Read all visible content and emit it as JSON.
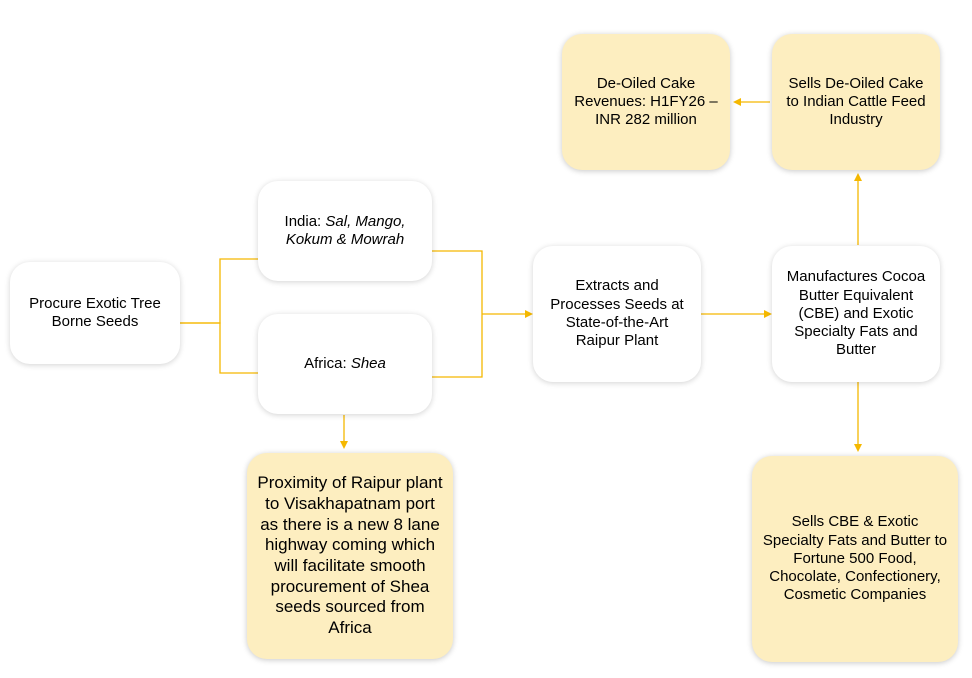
{
  "nodes": {
    "procure": "Procure Exotic Tree Borne Seeds",
    "india_prefix": "India: ",
    "india_species": "Sal, Mango, Kokum & Mowrah",
    "africa_prefix": "Africa: ",
    "africa_species": "Shea",
    "extracts": "Extracts and Processes Seeds at State-of-the-Art Raipur Plant",
    "manufactures": "Manufactures Cocoa Butter Equivalent (CBE) and Exotic Specialty Fats and Butter",
    "sells_cake": "Sells De-Oiled Cake to Indian Cattle Feed Industry",
    "cake_revenue": "De-Oiled Cake Revenues: H1FY26 – INR 282 million",
    "sells_cbe": "Sells CBE & Exotic Specialty Fats and Butter to Fortune 500 Food, Chocolate, Confectionery, Cosmetic Companies",
    "proximity": "Proximity of Raipur plant to Visakhapatnam port as there is a new 8 lane highway coming which will facilitate smooth procurement of Shea seeds sourced from Africa"
  },
  "colors": {
    "connector": "#f5b800",
    "cream_fill": "#fdeec0",
    "white_fill": "#ffffff"
  }
}
